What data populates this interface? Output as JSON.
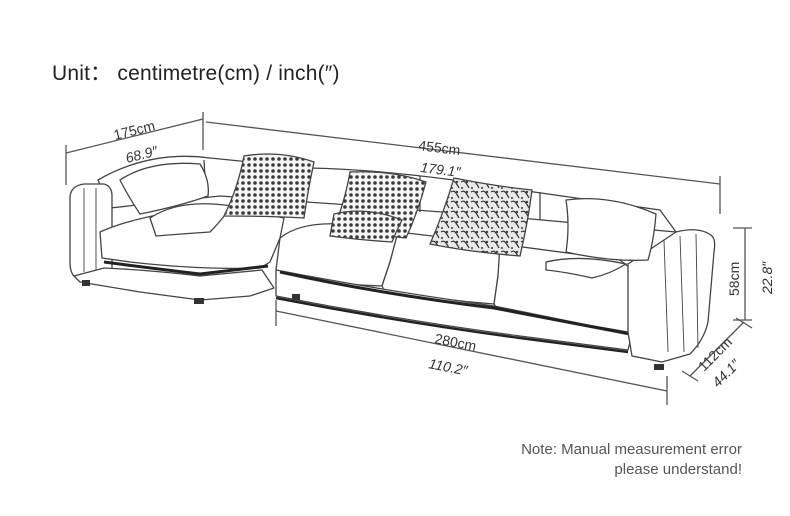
{
  "title": "Unit： centimetre(cm) / inch(″)",
  "dimensions": {
    "total_length": {
      "cm": "455cm",
      "inch": "179.1″"
    },
    "chaise_depth": {
      "cm": "175cm",
      "inch": "68.9″"
    },
    "seat_width": {
      "cm": "280cm",
      "inch": "110.2″"
    },
    "height": {
      "cm": "58cm",
      "inch": "22.8″"
    },
    "depth": {
      "cm": "112cm",
      "inch": "44.1″"
    }
  },
  "note": {
    "line1": "Note: Manual measurement error",
    "line2": "please understand!"
  },
  "colors": {
    "line": "#444444",
    "text": "#333333",
    "background": "#ffffff"
  }
}
